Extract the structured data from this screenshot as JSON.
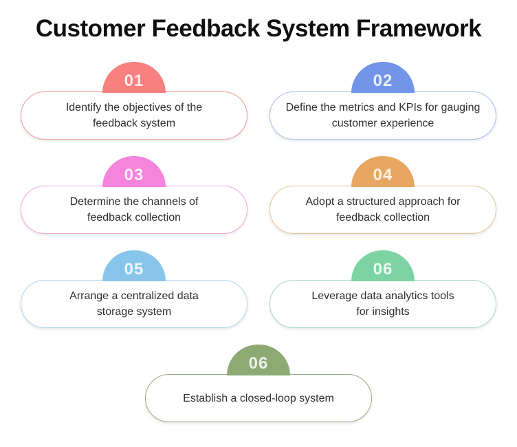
{
  "title": "Customer Feedback System Framework",
  "steps": [
    {
      "number": "01",
      "label": "Identify the objectives of the\nfeedback system",
      "color": "#F8807F",
      "border_color": "#F29B9B"
    },
    {
      "number": "02",
      "label": "Define the metrics and KPIs for gauging\ncustomer experience",
      "color": "#7295E9",
      "border_color": "#A9BFF1"
    },
    {
      "number": "03",
      "label": "Determine the channels of\nfeedback collection",
      "color": "#F584DC",
      "border_color": "#F2A9E6"
    },
    {
      "number": "04",
      "label": "Adopt a structured approach for\nfeedback collection",
      "color": "#E7A760",
      "border_color": "#EBC496"
    },
    {
      "number": "05",
      "label": "Arrange a centralized data\nstorage system",
      "color": "#87C5EB",
      "border_color": "#AED6EF"
    },
    {
      "number": "06",
      "label": "Leverage data analytics tools\nfor insights",
      "color": "#7DD3A3",
      "border_color": "#A7DCBE"
    },
    {
      "number": "06",
      "label": "Establish a closed-loop system",
      "color": "#8DA974",
      "border_color": "#97A98A"
    }
  ]
}
